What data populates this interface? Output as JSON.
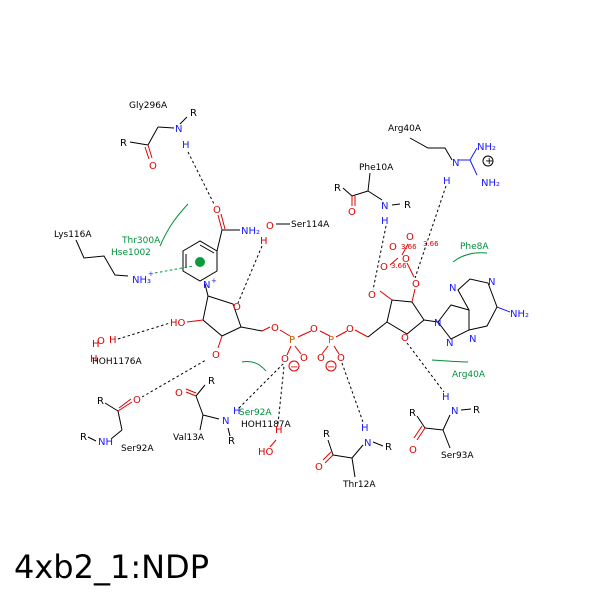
{
  "title": "4xb2_1:NDP",
  "residues": {
    "gly296a": "Gly296A",
    "arg40a_top": "Arg40A",
    "phe10a": "Phe10A",
    "lys116a": "Lys116A",
    "thr300a": "Thr300A",
    "hse1002": "Hse1002",
    "ser114a": "Ser114A",
    "phe8a": "Phe8A",
    "hoh1176a": "HOH1176A",
    "arg40a_bottom": "Arg40A",
    "ser92a_green": "Ser92A",
    "hoh1187a": "HOH1187A",
    "val13a": "Val13A",
    "ser92a": "Ser92A",
    "thr12a": "Thr12A",
    "ser93a": "Ser93A"
  },
  "distances": {
    "d1": "3.66",
    "d2": "3.66",
    "d3": "3.66"
  },
  "atoms": {
    "O": "O",
    "N": "N",
    "H": "H",
    "R": "R",
    "P": "P",
    "NH": "NH",
    "NH2": "NH₂",
    "NH3": "NH₃",
    "HO": "HO",
    "OH": "OH",
    "plus": "+",
    "minus": "−"
  },
  "colors": {
    "oxygen": "#e00000",
    "nitrogen": "#1a1aff",
    "phosphorus": "#cc5a00",
    "hydrophobic": "#008f3a",
    "carbon": "#000000"
  }
}
